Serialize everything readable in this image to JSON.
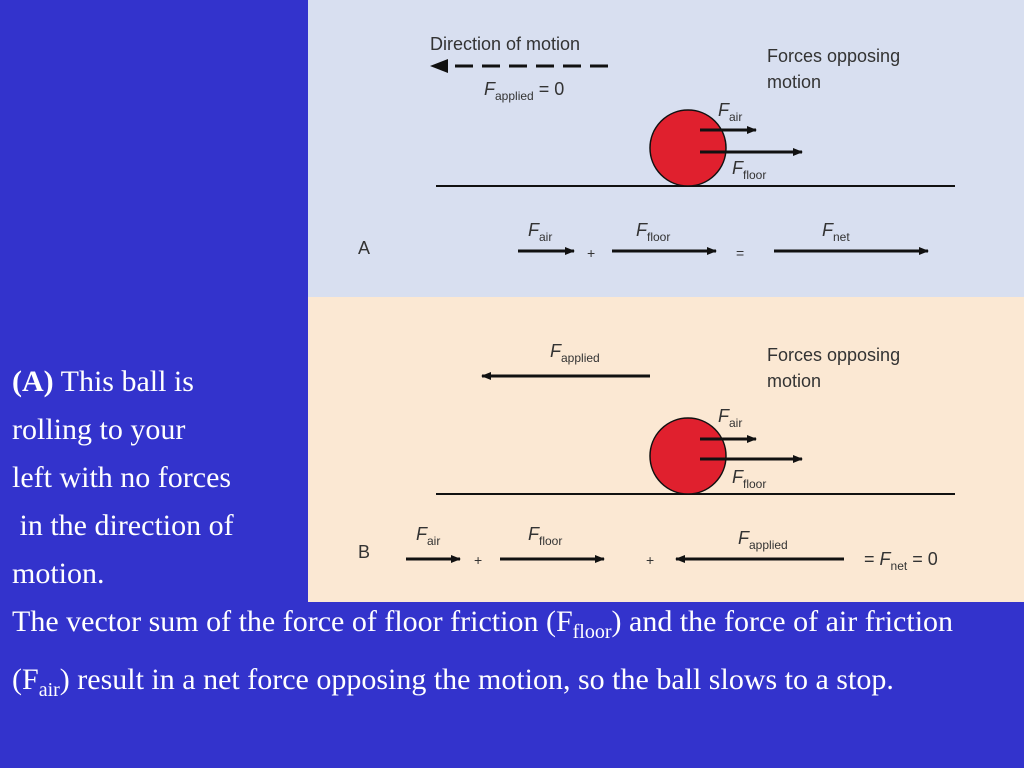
{
  "figure": {
    "panel_a": {
      "label": "A",
      "direction_title": "Direction of motion",
      "applied_eq": {
        "f": "F",
        "sub": "applied",
        "rest": " = 0"
      },
      "opposing_line1": "Forces opposing",
      "opposing_line2": "motion",
      "ball_labels": {
        "air": {
          "f": "F",
          "sub": "air"
        },
        "floor": {
          "f": "F",
          "sub": "floor"
        }
      },
      "sum_row": {
        "air": {
          "f": "F",
          "sub": "air"
        },
        "plus": "+",
        "floor": {
          "f": "F",
          "sub": "floor"
        },
        "equals": "=",
        "net": {
          "f": "F",
          "sub": "net"
        }
      }
    },
    "panel_b": {
      "label": "B",
      "applied": {
        "f": "F",
        "sub": "applied"
      },
      "opposing_line1": "Forces opposing",
      "opposing_line2": "motion",
      "ball_labels": {
        "air": {
          "f": "F",
          "sub": "air"
        },
        "floor": {
          "f": "F",
          "sub": "floor"
        }
      },
      "sum_row": {
        "air": {
          "f": "F",
          "sub": "air"
        },
        "plus1": "+",
        "floor": {
          "f": "F",
          "sub": "floor"
        },
        "plus2": "+",
        "applied": {
          "f": "F",
          "sub": "applied"
        },
        "equals_prefix": "= ",
        "net": {
          "f": "F",
          "sub": "net"
        },
        "net_suffix": " = 0"
      }
    },
    "colors": {
      "panel_a_bg": "#d8dff0",
      "panel_b_bg": "#fbe8d3",
      "ball": "#e0202e",
      "ink": "#111111",
      "page_bg": "#3333cc"
    }
  },
  "caption": {
    "bold_prefix": "(A)",
    "short_text": " This ball is\nrolling to your\nleft with no forces\n in the direction of\nmotion.",
    "long_part1": "The vector sum of the force of floor friction (F",
    "long_sub1": "floor",
    "long_part2": ") and the force of air friction (F",
    "long_sub2": "air",
    "long_part3": ") result in a net force opposing the motion, so the ball slows to a stop."
  }
}
